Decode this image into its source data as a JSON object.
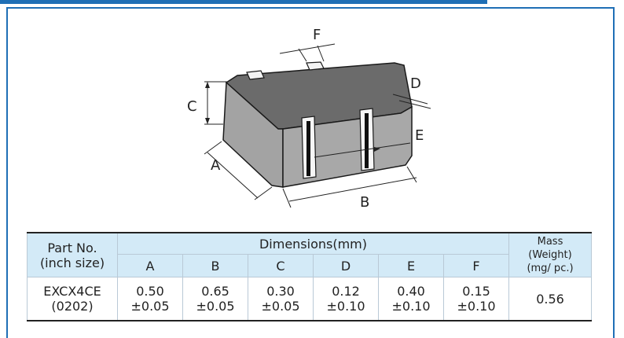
{
  "diagram": {
    "labels": {
      "A": "A",
      "B": "B",
      "C": "C",
      "D": "D",
      "E": "E",
      "F": "F"
    }
  },
  "table": {
    "part_header": [
      "Part No.",
      "(inch size)"
    ],
    "dims_header": "Dimensions(mm)",
    "mass_header": [
      "Mass",
      "(Weight)",
      "(mg/ pc.)"
    ],
    "columns": [
      "A",
      "B",
      "C",
      "D",
      "E",
      "F"
    ],
    "row": {
      "part": [
        "EXCX4CE",
        "(0202)"
      ],
      "values": [
        [
          "0.50",
          "±0.05"
        ],
        [
          "0.65",
          "±0.05"
        ],
        [
          "0.30",
          "±0.05"
        ],
        [
          "0.12",
          "±0.10"
        ],
        [
          "0.40",
          "±0.10"
        ],
        [
          "0.15",
          "±0.10"
        ]
      ],
      "mass": "0.56"
    }
  },
  "colors": {
    "accent": "#1f6fb6",
    "header_fill": "#d3eaf7",
    "body_top": "#6a6a6a",
    "body_side": "#9e9e9e"
  }
}
